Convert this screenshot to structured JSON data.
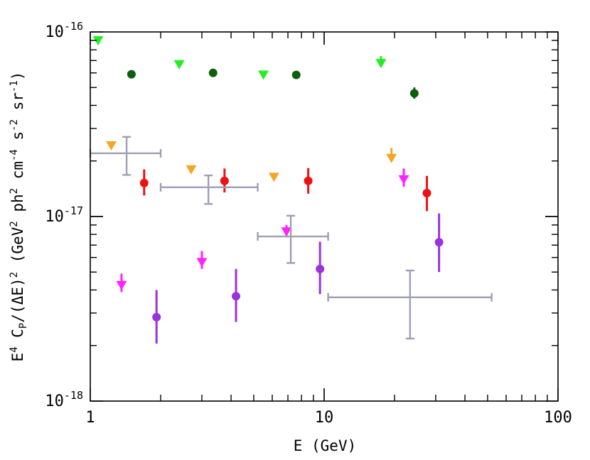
{
  "chart_data": {
    "type": "scatter",
    "title": "",
    "x_scale": "log",
    "y_scale": "log",
    "xlim": [
      1,
      100
    ],
    "ylim": [
      1e-18,
      1e-16
    ],
    "grid": false,
    "xlabel": "E (GeV)",
    "ylabel": {
      "pre": "E",
      "pre_sup": "4",
      "c": " C",
      "c_sub": "P",
      "mid": "/(ΔE)",
      "mid_sup": "2",
      "unit_open": " (GeV",
      "gev_sup": "2",
      "ph": " ph",
      "ph_sup": "2",
      "cm": " cm",
      "cm_sup": "-4",
      "s": " s",
      "s_sup": "-2",
      "sr": "  sr",
      "sr_sup": "-1",
      "close": ")"
    },
    "x_tick_labels": [
      {
        "value": 1,
        "label": "1"
      },
      {
        "value": 10,
        "label": "10"
      },
      {
        "value": 100,
        "label": "100"
      }
    ],
    "y_tick_labels": [
      {
        "value": 1e-18,
        "base": "10",
        "exp": "-18"
      },
      {
        "value": 1e-17,
        "base": "10",
        "exp": "-17"
      },
      {
        "value": 1e-16,
        "base": "10",
        "exp": "-16"
      }
    ],
    "series": [
      {
        "color": "#0d5f0d",
        "marker": "circle",
        "points": [
          {
            "x": 1.5,
            "y": 5.9e-17
          },
          {
            "x": 3.35,
            "y": 6e-17
          },
          {
            "x": 7.6,
            "y": 5.85e-17
          },
          {
            "x": 24.3,
            "y": 4.65e-17,
            "ylo": 4.35e-17,
            "yhi": 5e-17
          }
        ]
      },
      {
        "color": "#22ee22",
        "marker": "triangle-down",
        "points": [
          {
            "x": 1.08,
            "y": 8.9e-17
          },
          {
            "x": 2.4,
            "y": 6.6e-17
          },
          {
            "x": 5.5,
            "y": 5.8e-17
          },
          {
            "x": 17.5,
            "y": 6.7e-17,
            "ylo": 6.6e-17,
            "yhi": 7.4e-17
          }
        ]
      },
      {
        "color": "#f5a623",
        "marker": "triangle-down",
        "points": [
          {
            "x": 1.23,
            "y": 2.4e-17
          },
          {
            "x": 2.7,
            "y": 1.78e-17
          },
          {
            "x": 6.1,
            "y": 1.62e-17
          },
          {
            "x": 19.4,
            "y": 2.05e-17,
            "ylo": 2e-17,
            "yhi": 2.35e-17
          }
        ]
      },
      {
        "color": "#ee1111",
        "marker": "circle",
        "points": [
          {
            "x": 1.7,
            "y": 1.52e-17,
            "ylo": 1.3e-17,
            "yhi": 1.8e-17
          },
          {
            "x": 3.75,
            "y": 1.56e-17,
            "ylo": 1.35e-17,
            "yhi": 1.82e-17
          },
          {
            "x": 8.55,
            "y": 1.56e-17,
            "ylo": 1.33e-17,
            "yhi": 1.83e-17
          },
          {
            "x": 27.5,
            "y": 1.34e-17,
            "ylo": 1.07e-17,
            "yhi": 1.66e-17
          }
        ]
      },
      {
        "color": "#ff22ff",
        "marker": "triangle-down",
        "points": [
          {
            "x": 1.36,
            "y": 4.2e-18,
            "ylo": 3.9e-18,
            "yhi": 4.9e-18
          },
          {
            "x": 3.0,
            "y": 5.6e-18,
            "ylo": 5.2e-18,
            "yhi": 6.5e-18
          },
          {
            "x": 6.9,
            "y": 8.2e-18,
            "ylo": 7.7e-18,
            "yhi": 9e-18
          },
          {
            "x": 21.9,
            "y": 1.57e-17,
            "ylo": 1.45e-17,
            "yhi": 1.82e-17
          }
        ]
      },
      {
        "color": "#9933dd",
        "marker": "circle",
        "points": [
          {
            "x": 1.92,
            "y": 2.85e-18,
            "ylo": 2.05e-18,
            "yhi": 4e-18
          },
          {
            "x": 4.2,
            "y": 3.7e-18,
            "ylo": 2.68e-18,
            "yhi": 5.2e-18
          },
          {
            "x": 9.6,
            "y": 5.2e-18,
            "ylo": 3.8e-18,
            "yhi": 7.3e-18
          },
          {
            "x": 31.0,
            "y": 7.25e-18,
            "ylo": 5e-18,
            "yhi": 1.04e-17
          }
        ]
      },
      {
        "color": "#9e9eb4",
        "marker": "none",
        "points": [
          {
            "x": 1.43,
            "y": 2.2e-17,
            "xlo": 1.0,
            "xhi": 2.0,
            "ylo": 1.68e-17,
            "yhi": 2.7e-17
          },
          {
            "x": 3.2,
            "y": 1.44e-17,
            "xlo": 2.0,
            "xhi": 5.2,
            "ylo": 1.17e-17,
            "yhi": 1.67e-17
          },
          {
            "x": 7.2,
            "y": 7.8e-18,
            "xlo": 5.2,
            "xhi": 10.4,
            "ylo": 5.6e-18,
            "yhi": 1.01e-17
          },
          {
            "x": 23.3,
            "y": 3.65e-18,
            "xlo": 10.4,
            "xhi": 52.0,
            "ylo": 2.18e-18,
            "yhi": 5.1e-18
          }
        ]
      }
    ]
  }
}
